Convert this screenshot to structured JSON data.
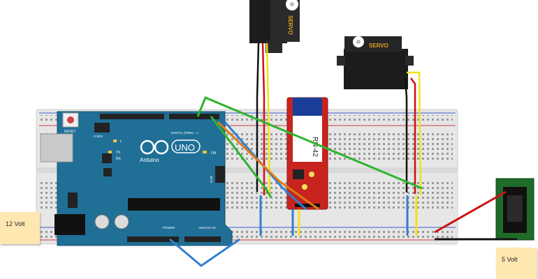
{
  "labels": {
    "note_12v": "12 Volt",
    "note_5v": "5 Volt",
    "servo_1": "SERVO",
    "servo_2": "SERVO",
    "bluetooth_module": "RN-42",
    "arduino_brand": "Arduino",
    "arduino_model": "UNO",
    "reset": "RESET",
    "icsp_top": "ICSP2",
    "icsp_side": "ICSP",
    "led_l": "L",
    "led_tx": "TX",
    "led_rx": "RX",
    "led_on": "ON",
    "digital_header": "DIGITAL (PWM= ~)",
    "power_header": "POWER",
    "analog_header": "ANALOG IN"
  },
  "colors": {
    "breadboard": "#e6e6e6",
    "arduino_board": "#1f6f97",
    "bluetooth_board": "#c8231d",
    "barrel_jack_board": "#1f6b2a",
    "servo_body": "#1c1c1c",
    "servo_label": "#e0a020",
    "wire_red": "#cc1111",
    "wire_black": "#111111",
    "wire_yellow": "#f2e01a",
    "wire_blue": "#2f7fd0",
    "wire_green": "#2cb52c",
    "wire_orange": "#e07a1a",
    "note": "#ffe8b0"
  }
}
